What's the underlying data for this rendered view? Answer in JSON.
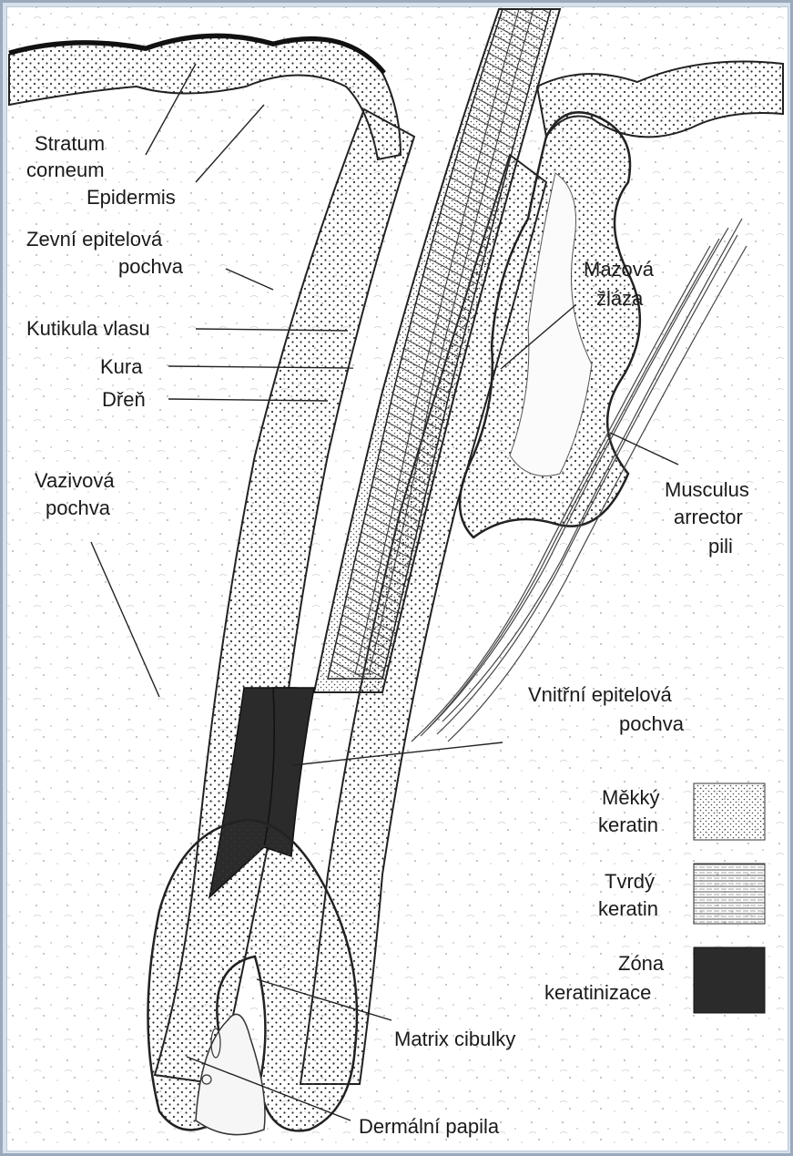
{
  "labels": {
    "stratum_corneum_1": "Stratum",
    "stratum_corneum_2": "corneum",
    "epidermis": "Epidermis",
    "zevni_1": "Zevní epitelová",
    "zevni_2": "pochva",
    "kutikula": "Kutikula vlasu",
    "kura": "Kura",
    "dren": "Dřeň",
    "vazivova_1": "Vazivová",
    "vazivova_2": "pochva",
    "mazova_1": "Mazová",
    "mazova_2": "žláza",
    "musculus_1": "Musculus",
    "musculus_2": "arrector",
    "musculus_3": "pili",
    "vnitrni_1": "Vnitřní epitelová",
    "vnitrni_2": "pochva",
    "matrix": "Matrix cibulky",
    "papila": "Dermální papila"
  },
  "legend": {
    "soft_1": "Měkký",
    "soft_2": "keratin",
    "hard_1": "Tvrdý",
    "hard_2": "keratin",
    "zone_1": "Zóna",
    "zone_2": "keratinizace"
  },
  "colors": {
    "frame": "#9aa9bb",
    "background": "#d6e1ec",
    "ink": "#1a1a1a",
    "keratinization_zone": "#2b2b2b"
  }
}
